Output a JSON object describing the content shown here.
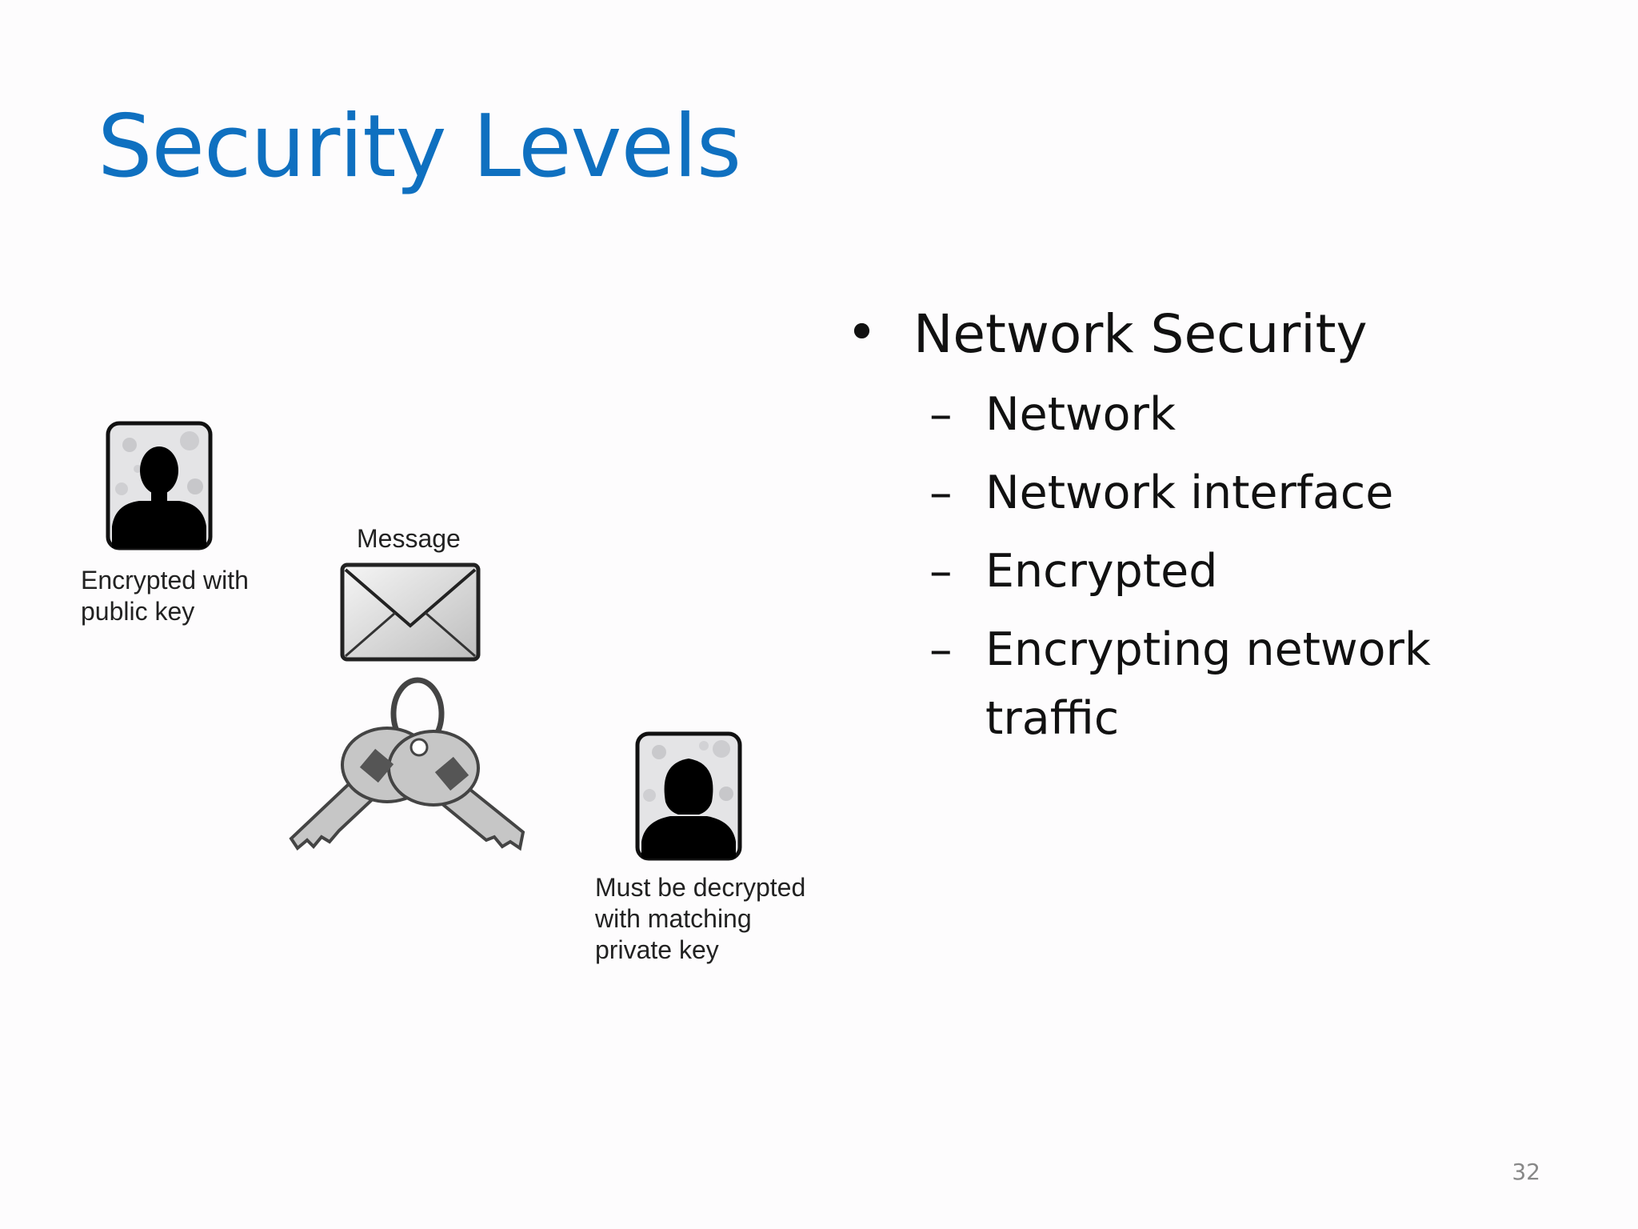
{
  "slide": {
    "title": "Security Levels",
    "page_number": "32",
    "bullet": {
      "text": "Network Security",
      "subitems": [
        "Network",
        "Network interface",
        "Encrypted",
        "Encrypting network traffic"
      ]
    },
    "diagram": {
      "sender_label": "Encrypted with\npublic key",
      "message_label": "Message",
      "receiver_label": "Must be decrypted\nwith matching\nprivate key"
    }
  },
  "colors": {
    "title": "#0f70c0",
    "text": "#111111",
    "background": "#fdfcfd"
  },
  "icons": [
    "male-avatar-icon",
    "envelope-icon",
    "keys-icon",
    "female-avatar-icon"
  ]
}
